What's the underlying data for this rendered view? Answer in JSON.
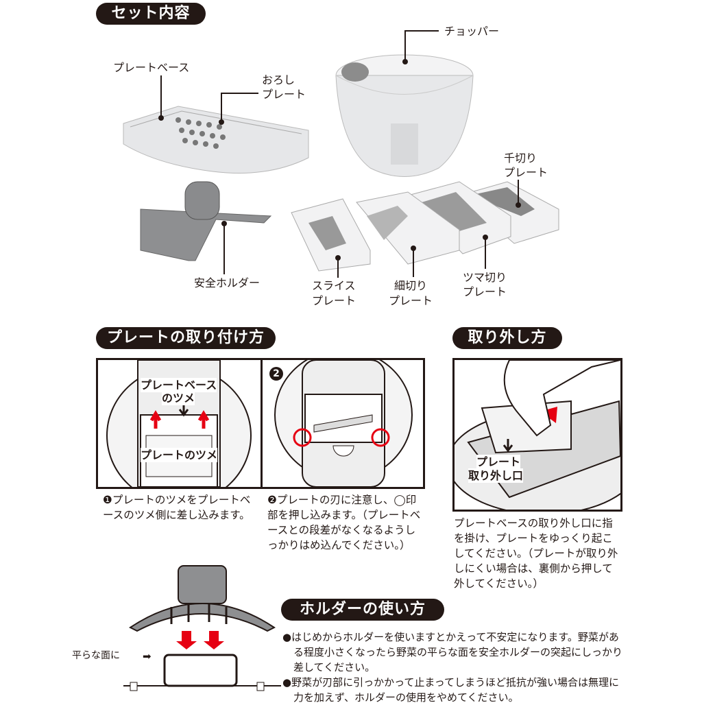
{
  "sections": {
    "set_contents": "セット内容",
    "attach": "プレートの取り付け方",
    "remove": "取り外し方",
    "holder": "ホルダーの使い方"
  },
  "parts": {
    "chopper": "チョッパー",
    "plate_base": "プレートベース",
    "grater_plate": [
      "おろし",
      "プレート"
    ],
    "julienne_plate": [
      "千切り",
      "プレート"
    ],
    "safety_holder": "安全ホルダー",
    "slice_plate": [
      "スライス",
      "プレート"
    ],
    "fine_strip_plate": [
      "細切り",
      "プレート"
    ],
    "tsuma_plate": [
      "ツマ切り",
      "プレート"
    ]
  },
  "attach_diagram": {
    "base_claw": [
      "プレートベース",
      "のツメ"
    ],
    "plate_claw": "プレートのツメ",
    "step2_badge": "2"
  },
  "attach_steps": [
    {
      "text": "❶プレートのツメをプレートベースのツメ側に差し込みます。"
    },
    {
      "text": "❷プレートの刃に注意し、◯印部を押し込みます。（プレートベースとの段差がなくなるようしっかりはめ込んでください。）"
    }
  ],
  "remove_diagram": {
    "label": [
      "プレート",
      "取り外し口"
    ]
  },
  "remove_text": "プレートベースの取り外し口に指を掛け、プレートをゆっくり起こしてください。（プレートが取り外しにくい場合は、裏側から押して外してください。）",
  "holder_diagram": {
    "label": "平らな面に"
  },
  "holder_notes": [
    "●はじめからホルダーを使いますとかえって不安定になります。野菜がある程度小さくなったら野菜の平らな面を安全ホルダーの突起にしっかり差してください。",
    "●野菜が刃部に引っかかって止まってしまうほど抵抗が強い場合は無理に力を加えず、ホルダーの使用をやめてください。"
  ],
  "colors": {
    "dark": "#231815",
    "accent_red": "#e60012",
    "plastic": "#e8e9eb",
    "holder_gray": "#8e8f91"
  }
}
